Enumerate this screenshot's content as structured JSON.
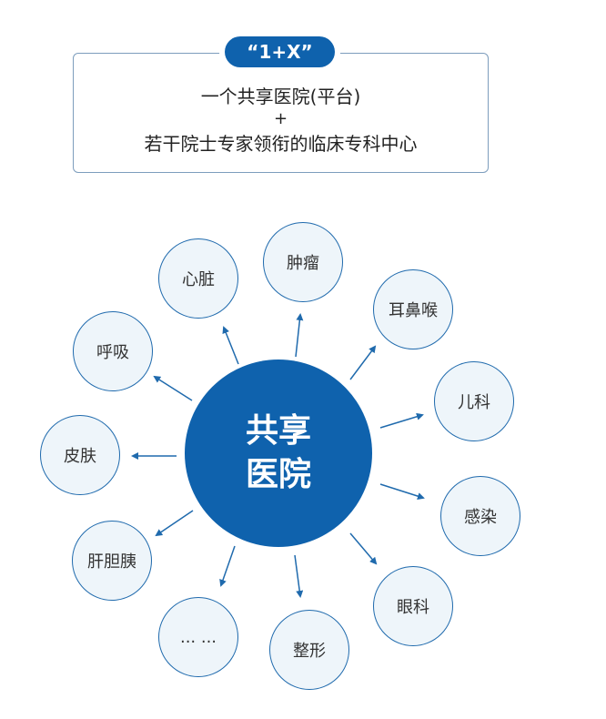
{
  "badge": "“1+X”",
  "box": {
    "line1": "一个共享医院(平台)",
    "line2": "+",
    "line3": "若干院士专家领衔的临床专科中心"
  },
  "hub": {
    "line1": "共享",
    "line2": "医院"
  },
  "nodes": [
    {
      "id": "heart",
      "label": "心脏"
    },
    {
      "id": "tumor",
      "label": "肿瘤"
    },
    {
      "id": "ent",
      "label": "耳鼻喉"
    },
    {
      "id": "respiratory",
      "label": "呼吸"
    },
    {
      "id": "pediatrics",
      "label": "儿科"
    },
    {
      "id": "skin",
      "label": "皮肤"
    },
    {
      "id": "infection",
      "label": "感染"
    },
    {
      "id": "hepatobiliary",
      "label": "肝胆胰"
    },
    {
      "id": "ophthalmology",
      "label": "眼科"
    },
    {
      "id": "more",
      "label": "... ..."
    },
    {
      "id": "plastic",
      "label": "整形"
    }
  ],
  "colors": {
    "primary": "#0f62ad",
    "node_fill": "#eef5fa",
    "node_border": "#1f6aad",
    "box_border": "#7d9dbd"
  }
}
